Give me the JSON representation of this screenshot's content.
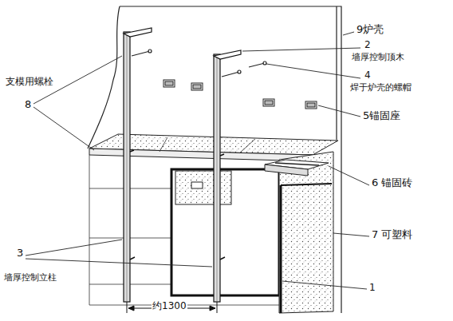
{
  "diagram": {
    "labels": [
      "9炉壳",
      "2",
      "墙厚控制顶木",
      "4",
      "焊于炉壳的螺帽",
      "5锚固座",
      "支模用螺栓",
      "8",
      "6 锚固砖",
      "7 可塑料",
      "3",
      "墙厚控制立柱",
      "约1300",
      "1"
    ]
  }
}
